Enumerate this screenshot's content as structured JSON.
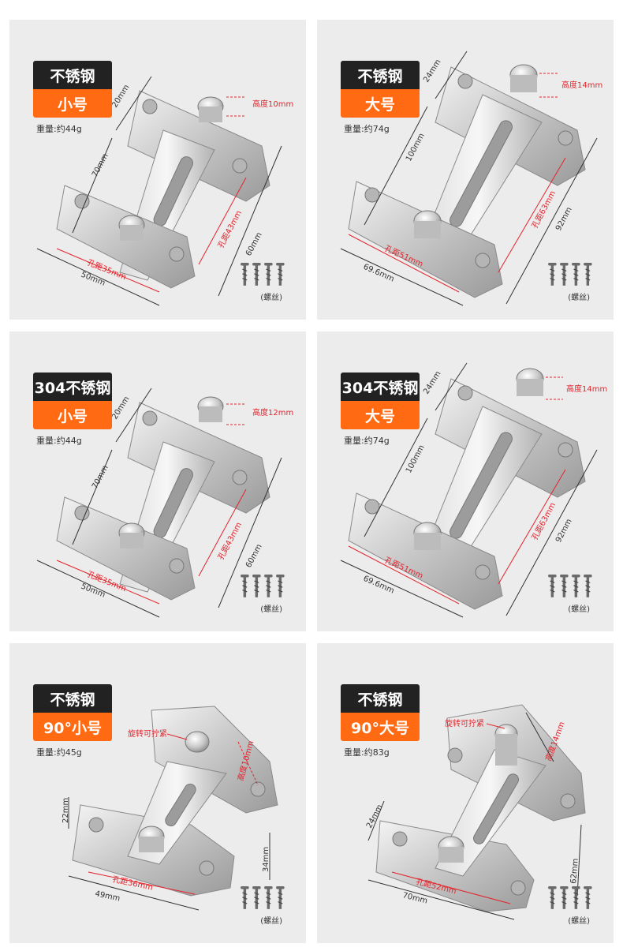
{
  "panels": [
    {
      "tag_top": "不锈钢",
      "tag_bottom": "小号",
      "weight": "重量:约44g",
      "dims": {
        "d1": "20mm",
        "d2": "70mm",
        "height": "高度10mm",
        "hole_v": "孔距43mm",
        "v_total": "60mm",
        "hole_h": "孔距35mm",
        "h_total": "50mm"
      },
      "screw_label": "(螺丝)"
    },
    {
      "tag_top": "不锈钢",
      "tag_bottom": "大号",
      "weight": "重量:约74g",
      "dims": {
        "d1": "24mm",
        "d2": "100mm",
        "height": "高度14mm",
        "hole_v": "孔距63mm",
        "v_total": "92mm",
        "hole_h": "孔距51mm",
        "h_total": "69.6mm"
      },
      "screw_label": "(螺丝)"
    },
    {
      "tag_top": "304不锈钢",
      "tag_bottom": "小号",
      "weight": "重量:约44g",
      "dims": {
        "d1": "20mm",
        "d2": "70mm",
        "height": "高度12mm",
        "hole_v": "孔距43mm",
        "v_total": "60mm",
        "hole_h": "孔距35mm",
        "h_total": "50mm"
      },
      "screw_label": "(螺丝)"
    },
    {
      "tag_top": "304不锈钢",
      "tag_bottom": "大号",
      "weight": "重量:约74g",
      "dims": {
        "d1": "24mm",
        "d2": "100mm",
        "height": "高度14mm",
        "hole_v": "孔距63mm",
        "v_total": "92mm",
        "hole_h": "孔距51mm",
        "h_total": "69.6mm"
      },
      "screw_label": "(螺丝)"
    },
    {
      "tag_top": "不锈钢",
      "tag_bottom": "90°小号",
      "weight": "重量:约45g",
      "dims": {
        "rotate": "旋转可拧紧",
        "height": "高度10mm",
        "d1": "22mm",
        "v_total": "34mm",
        "hole_h": "孔距36mm",
        "h_total": "49mm"
      },
      "screw_label": "(螺丝)"
    },
    {
      "tag_top": "不锈钢",
      "tag_bottom": "90°大号",
      "weight": "重量:约83g",
      "dims": {
        "rotate": "旋转可拧紧",
        "height": "高度14mm",
        "d1": "24mm",
        "v_total": "62mm",
        "hole_h": "孔距52mm",
        "h_total": "70mm"
      },
      "screw_label": "(螺丝)"
    }
  ]
}
